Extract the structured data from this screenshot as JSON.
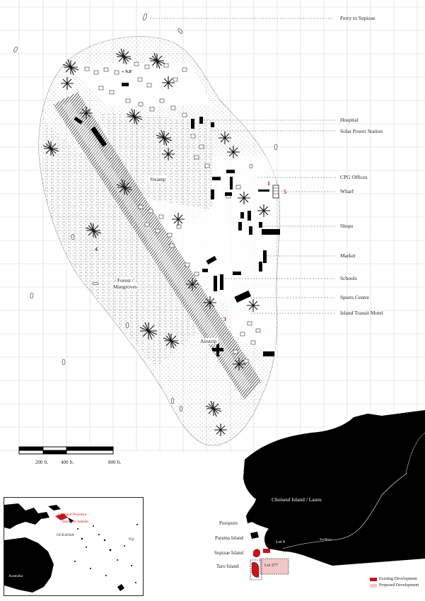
{
  "callouts": [
    {
      "id": "ferry",
      "text": "Ferry to Supizae"
    },
    {
      "id": "hospital",
      "text": "Hospital"
    },
    {
      "id": "solar",
      "text": "Solar Power Station"
    },
    {
      "id": "cpg",
      "text": "CPG Offices"
    },
    {
      "id": "wharf",
      "text": "Wharf"
    },
    {
      "id": "shops",
      "text": "Shops"
    },
    {
      "id": "market",
      "text": "Market"
    },
    {
      "id": "schools",
      "text": "Schools"
    },
    {
      "id": "sports",
      "text": "Sports Centre"
    },
    {
      "id": "motel",
      "text": "Island Transit Motel"
    }
  ],
  "island_labels": {
    "swamp": "Swamp",
    "forest_line1": "Forest /",
    "forest_line2": "Mangroves",
    "airstrip": "Airstrip",
    "elevation": "+ 9.8'"
  },
  "site_numbers": {
    "n1": "1",
    "n3": "3",
    "n4": "4",
    "n5": "5"
  },
  "scale_bar": {
    "label_200": "200 ft.",
    "label_400": "400 ft.",
    "label_800": "800 ft."
  },
  "inset": {
    "province": "Choiseul Province",
    "islands": "Solomon Islands",
    "region": "OCEANIA",
    "fiji": "Fiji",
    "australia": "Australia"
  },
  "region_map": {
    "choiseul": "Choiseul Island / Lauru",
    "poroporo": "Poroporo",
    "parama": "Parama Island",
    "supizae": "Supizae Island",
    "taro": "Taro Island",
    "lot9": "Lot 9",
    "lot277": "Lot 277",
    "river": "Sui River"
  },
  "legend": {
    "existing": "Existing Development",
    "proposed": "Proposed Development"
  },
  "colors": {
    "existing": "#c4161c",
    "proposed": "#f3c7c9",
    "land": "#000000"
  }
}
